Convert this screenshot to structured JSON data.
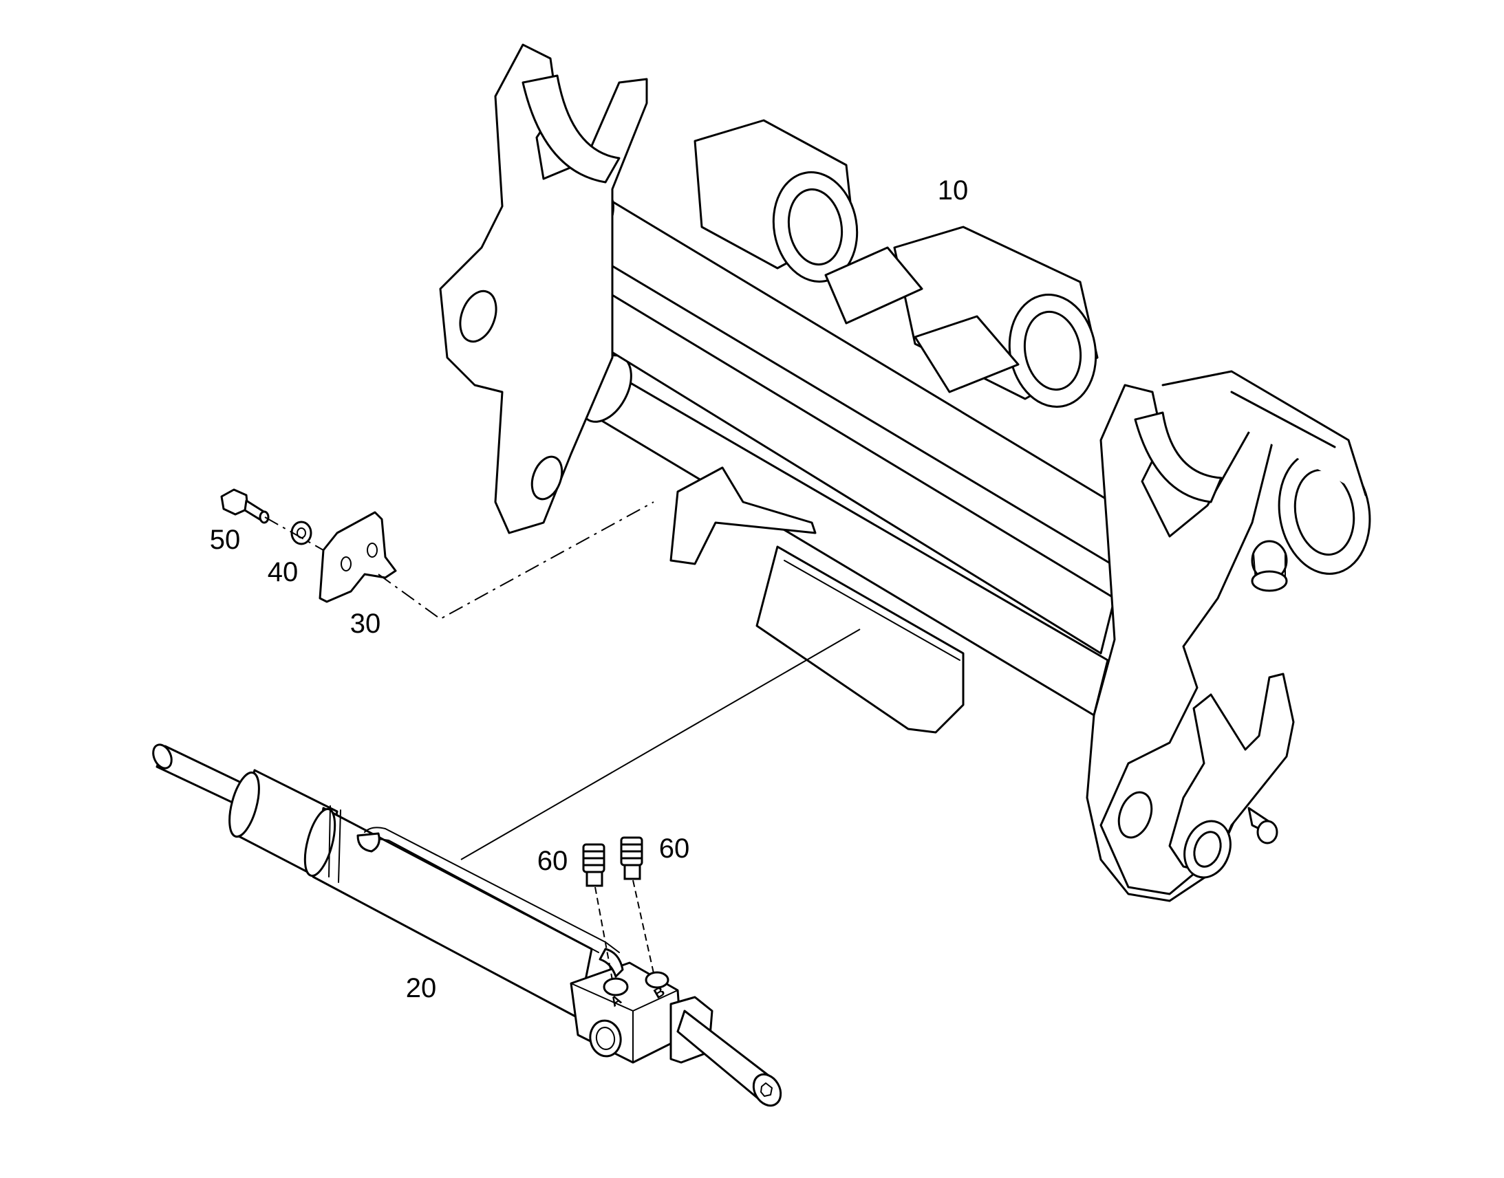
{
  "parts": [
    {
      "id": "10",
      "label": "10",
      "name": "frame"
    },
    {
      "id": "20",
      "label": "20",
      "name": "hydraulic cylinder"
    },
    {
      "id": "30",
      "label": "30",
      "name": "plate"
    },
    {
      "id": "40",
      "label": "40",
      "name": "washer"
    },
    {
      "id": "50",
      "label": "50",
      "name": "bolt"
    },
    {
      "id": "60a",
      "label": "60",
      "name": "fitting"
    },
    {
      "id": "60b",
      "label": "60",
      "name": "fitting"
    }
  ],
  "ports": {
    "a": "A",
    "b": "B"
  },
  "colors": {
    "line": "#000000",
    "background": "#ffffff"
  }
}
